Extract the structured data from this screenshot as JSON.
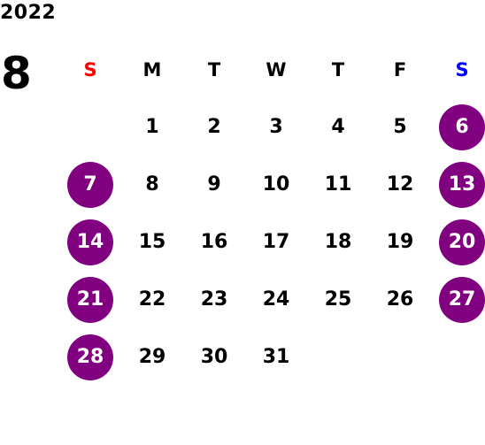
{
  "calendar": {
    "year": "2022",
    "month": "8",
    "weekdays": [
      {
        "label": "S",
        "color": "#ff0000"
      },
      {
        "label": "M",
        "color": "#000000"
      },
      {
        "label": "T",
        "color": "#000000"
      },
      {
        "label": "W",
        "color": "#000000"
      },
      {
        "label": "T",
        "color": "#000000"
      },
      {
        "label": "F",
        "color": "#000000"
      },
      {
        "label": "S",
        "color": "#0000ff"
      }
    ],
    "weeks": [
      [
        "",
        "1",
        "2",
        "3",
        "4",
        "5",
        "6"
      ],
      [
        "7",
        "8",
        "9",
        "10",
        "11",
        "12",
        "13"
      ],
      [
        "14",
        "15",
        "16",
        "17",
        "18",
        "19",
        "20"
      ],
      [
        "21",
        "22",
        "23",
        "24",
        "25",
        "26",
        "27"
      ],
      [
        "28",
        "29",
        "30",
        "31",
        "",
        "",
        ""
      ]
    ],
    "highlight_color": "#800080"
  }
}
